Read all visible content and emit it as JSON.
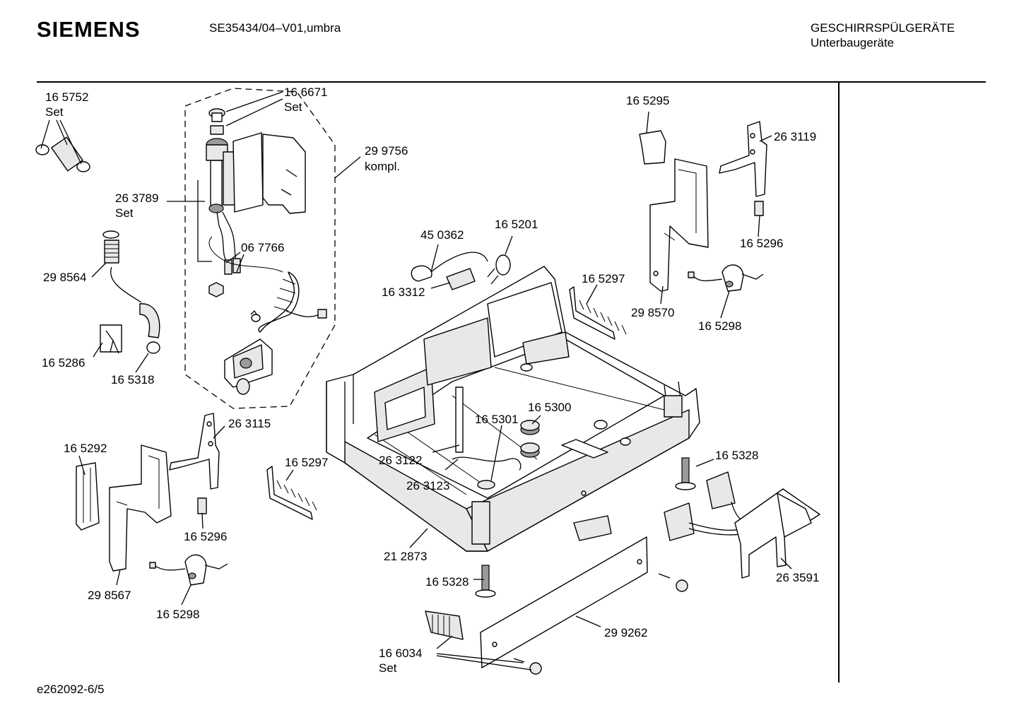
{
  "header": {
    "brand": "SIEMENS",
    "model": "SE35434/04–V01,umbra",
    "category": "GESCHIRRSPÜLGERÄTE",
    "subcategory": "Unterbaugeräte"
  },
  "footer": {
    "doc_id": "e262092-6/5"
  },
  "parts": [
    {
      "number": "16 5752",
      "note": "Set"
    },
    {
      "number": "16 6671",
      "note": "Set"
    },
    {
      "number": "29 9756",
      "note": "kompl."
    },
    {
      "number": "26 3789",
      "note": "Set"
    },
    {
      "number": "06 7766"
    },
    {
      "number": "29 8564"
    },
    {
      "number": "16 5286"
    },
    {
      "number": "16 5318"
    },
    {
      "number": "45 0362"
    },
    {
      "number": "16 5201"
    },
    {
      "number": "16 3312"
    },
    {
      "number": "16 5297"
    },
    {
      "number": "16 5295"
    },
    {
      "number": "26 3119"
    },
    {
      "number": "16 5296"
    },
    {
      "number": "29 8570"
    },
    {
      "number": "16 5298"
    },
    {
      "number": "16 5300"
    },
    {
      "number": "16 5301"
    },
    {
      "number": "26 3122"
    },
    {
      "number": "26 3123"
    },
    {
      "number": "26 3115"
    },
    {
      "number": "16 5292"
    },
    {
      "number": "16 5297"
    },
    {
      "number": "16 5296"
    },
    {
      "number": "29 8567"
    },
    {
      "number": "16 5298"
    },
    {
      "number": "21 2873"
    },
    {
      "number": "16 5328"
    },
    {
      "number": "16 5328"
    },
    {
      "number": "26 3591"
    },
    {
      "number": "29 9262"
    },
    {
      "number": "16 6034",
      "note": "Set"
    }
  ]
}
